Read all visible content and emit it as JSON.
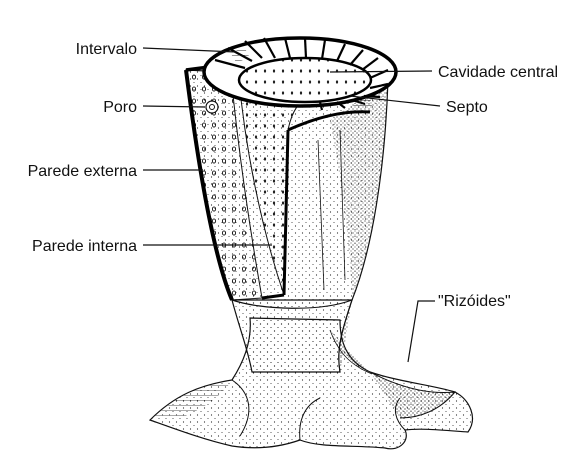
{
  "labels": {
    "intervalo": "Intervalo",
    "poro": "Poro",
    "parede_externa": "Parede externa",
    "parede_interna": "Parede interna",
    "cavidade_central": "Cavidade central",
    "septo": "Septo",
    "rizoides": "\"Rizóides\""
  },
  "colors": {
    "ink": "#111111",
    "paper": "#ffffff"
  }
}
